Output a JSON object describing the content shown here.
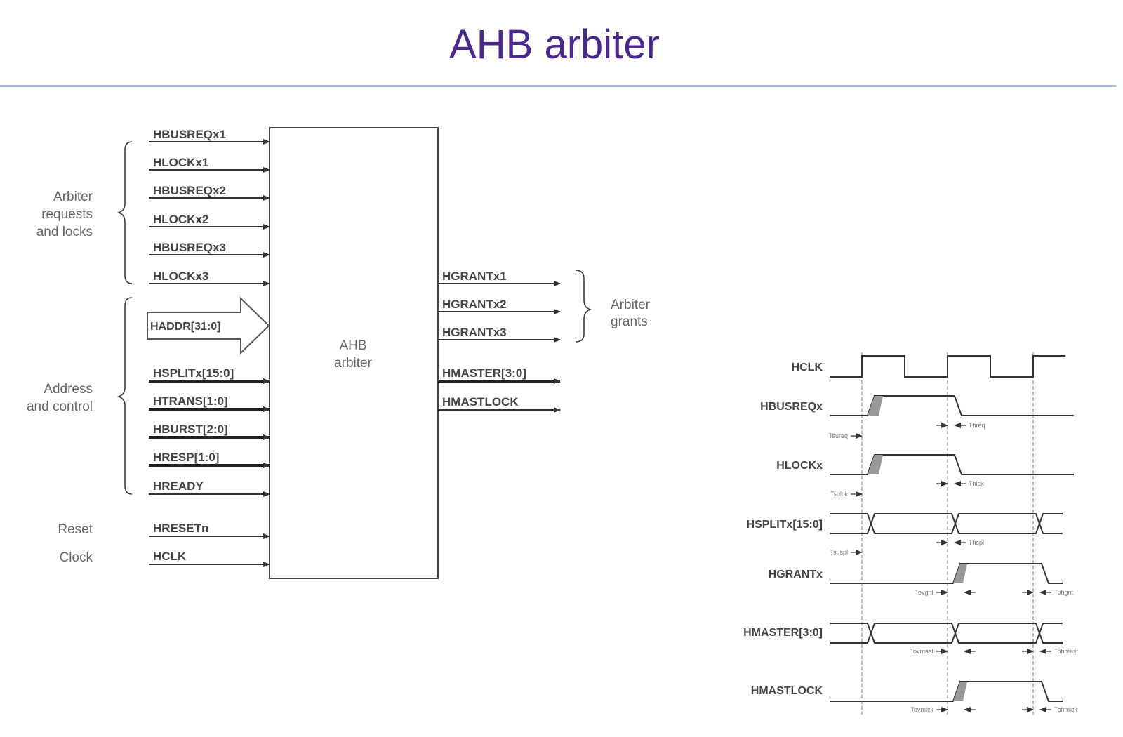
{
  "slide": {
    "title": "AHB arbiter",
    "accent_color": "#4a2890",
    "rule_color": "#a9bde3"
  },
  "block": {
    "label_line1": "AHB",
    "label_line2": "arbiter"
  },
  "groups": {
    "requests": [
      "Arbiter",
      "requests",
      "and locks"
    ],
    "address": [
      "Address",
      "and control"
    ],
    "reset": "Reset",
    "clock": "Clock",
    "grants": [
      "Arbiter",
      "grants"
    ]
  },
  "inputs": [
    {
      "label": "HBUSREQx1",
      "bus": false
    },
    {
      "label": "HLOCKx1",
      "bus": false
    },
    {
      "label": "HBUSREQx2",
      "bus": false
    },
    {
      "label": "HLOCKx2",
      "bus": false
    },
    {
      "label": "HBUSREQx3",
      "bus": false
    },
    {
      "label": "HLOCKx3",
      "bus": false
    },
    {
      "label": "HADDR[31:0]",
      "bus": true
    },
    {
      "label": "HSPLITx[15:0]",
      "bus": true
    },
    {
      "label": "HTRANS[1:0]",
      "bus": true
    },
    {
      "label": "HBURST[2:0]",
      "bus": true
    },
    {
      "label": "HRESP[1:0]",
      "bus": true
    },
    {
      "label": "HREADY",
      "bus": false
    },
    {
      "label": "HRESETn",
      "bus": false
    },
    {
      "label": "HCLK",
      "bus": false
    }
  ],
  "outputs": [
    {
      "label": "HGRANTx1",
      "bus": false
    },
    {
      "label": "HGRANTx2",
      "bus": false
    },
    {
      "label": "HGRANTx3",
      "bus": false
    },
    {
      "label": "HMASTER[3:0]",
      "bus": true
    },
    {
      "label": "HMASTLOCK",
      "bus": false
    }
  ],
  "timing": {
    "signals": [
      "HCLK",
      "HBUSREQx",
      "HLOCKx",
      "HSPLITx[15:0]",
      "HGRANTx",
      "HMASTER[3:0]",
      "HMASTLOCK"
    ],
    "labels": {
      "tsureq": "Tsureq",
      "threq": "Threq",
      "tsulck": "Tsulck",
      "thlck": "Thlck",
      "tsuspl": "Tsuspl",
      "thspl": "Thspl",
      "tovgnt": "Tovgnt",
      "tohgnt": "Tohgnt",
      "tovmast": "Tovmast",
      "tohmast": "Tohmast",
      "tovmlck": "Tovmlck",
      "tohmlck": "Tohmlck"
    }
  }
}
